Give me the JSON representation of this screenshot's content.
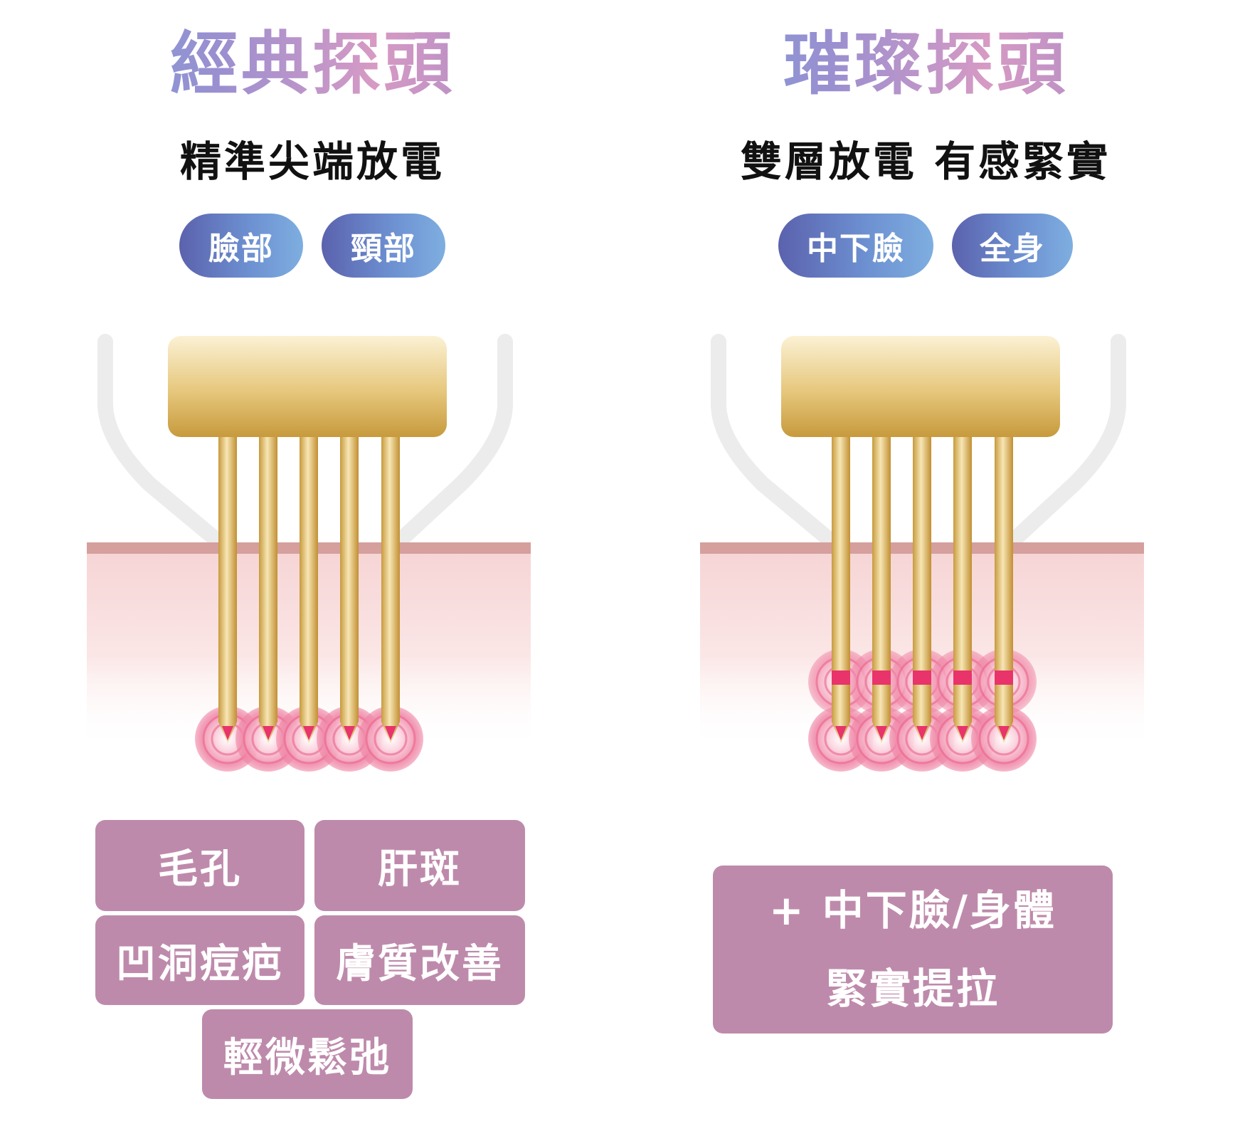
{
  "left": {
    "title": "經典探頭",
    "subtitle": "精準尖端放電",
    "pills": [
      "臉部",
      "頸部"
    ],
    "tags": [
      "毛孔",
      "肝斑",
      "凹洞痘疤",
      "膚質改善",
      "輕微鬆弛"
    ]
  },
  "right": {
    "title": "璀璨探頭",
    "subtitle": "雙層放電 有感緊實",
    "pills": [
      "中下臉",
      "全身"
    ],
    "tag_lines": [
      "+ 中下臉/身體",
      "緊實提拉"
    ]
  },
  "colors": {
    "gold": "#d9b65a",
    "tag_bg": "#be8aab",
    "pill_start": "#5b62ad",
    "pill_end": "#7eaee0",
    "pulse": "#e8336b"
  },
  "icons": [
    "probe-head",
    "electrode-needle",
    "rf-pulse-ring"
  ]
}
